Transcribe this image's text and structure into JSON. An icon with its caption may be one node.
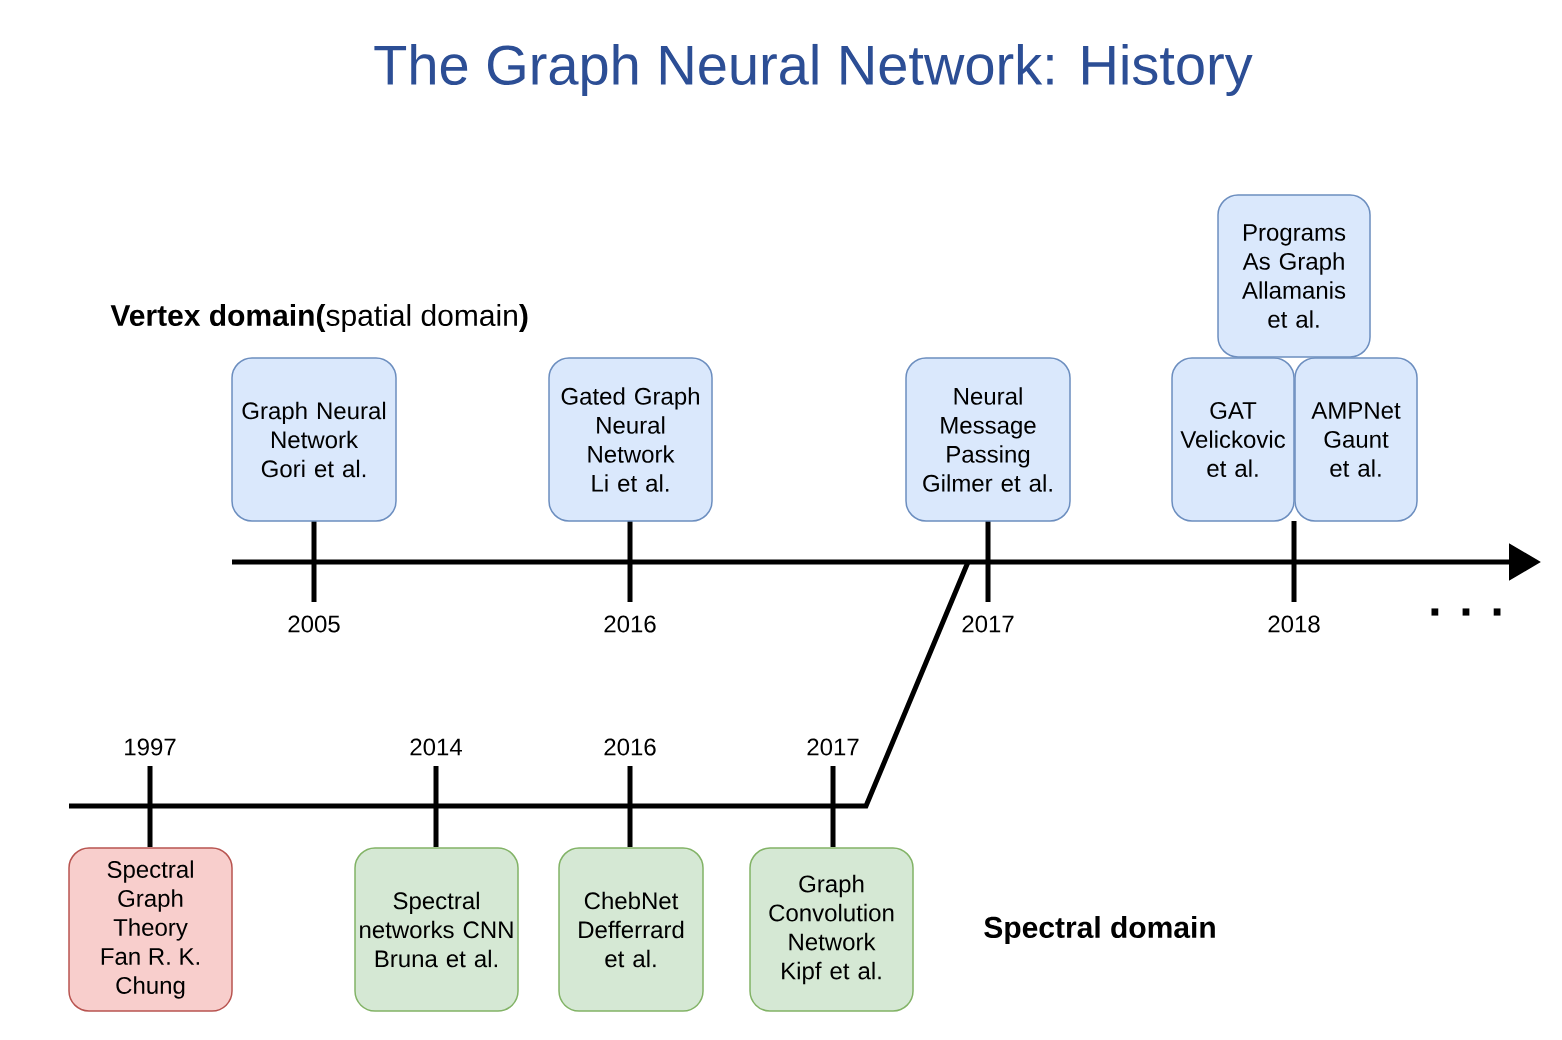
{
  "diagram": {
    "title": "The Graph Neural Network: History",
    "nodes": [
      {
        "text": [
          "Programs As Graph",
          "Allamanis et al."
        ]
      },
      {
        "text": [
          "Graph Neural Network",
          "Gori et al."
        ],
        "beside": [
          "2005"
        ]
      },
      {
        "text": [
          "Gated Graph Neural Network",
          "Li et al."
        ],
        "beside": [
          "2016"
        ]
      },
      {
        "text": [
          "Neural Message Passing",
          "Gilmer et al."
        ],
        "beside": [
          "2017"
        ]
      },
      {
        "text": [
          "GAT",
          "Velickovic et al."
        ],
        "beside": [
          "2018"
        ]
      },
      {
        "text": [
          "AMPNet",
          "Gaunt et al."
        ]
      },
      {
        "text": [
          "Spectral Graph Theory",
          "Fan R. K. Chung"
        ],
        "beside": [
          "1997"
        ]
      },
      {
        "text": [
          "Spectral networks CNN",
          "Bruna et al."
        ],
        "beside": [
          "2014"
        ]
      },
      {
        "text": [
          "ChebNet",
          "Defferrard et al."
        ],
        "beside": [
          "2016"
        ]
      },
      {
        "text": [
          "Graph Convolution Network",
          "Kipf et al."
        ],
        "beside": [
          "2017"
        ]
      }
    ],
    "labels": [
      "**Vertex domain(**spatial domain**)**",
      ". . .",
      "Spectral domain"
    ]
  }
}
